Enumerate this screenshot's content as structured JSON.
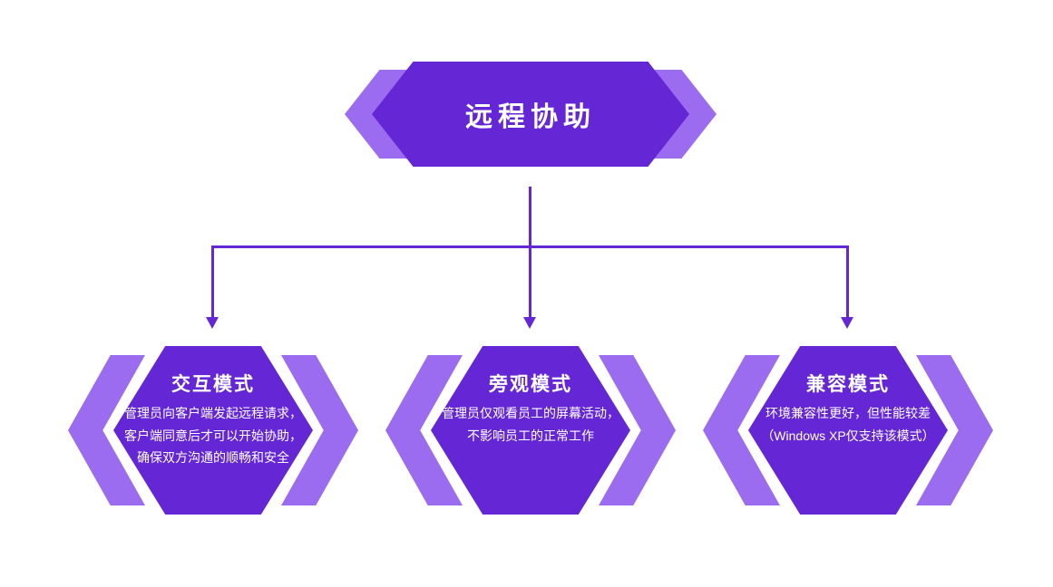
{
  "root": {
    "title": "远程协助"
  },
  "children": [
    {
      "title": "交互模式",
      "body": "管理员向客户端发起远程请求，客户端同意后才可以开始协助，确保双方沟通的顺畅和安全"
    },
    {
      "title": "旁观模式",
      "body": "管理员仅观看员工的屏幕活动，不影响员工的正常工作"
    },
    {
      "title": "兼容模式",
      "body": "环境兼容性更好，但性能较差（Windows XP仅支持该模式）"
    }
  ],
  "colors": {
    "primary": "#6527d5",
    "chevron": "#9b6cf0",
    "connector": "#6527d5"
  }
}
